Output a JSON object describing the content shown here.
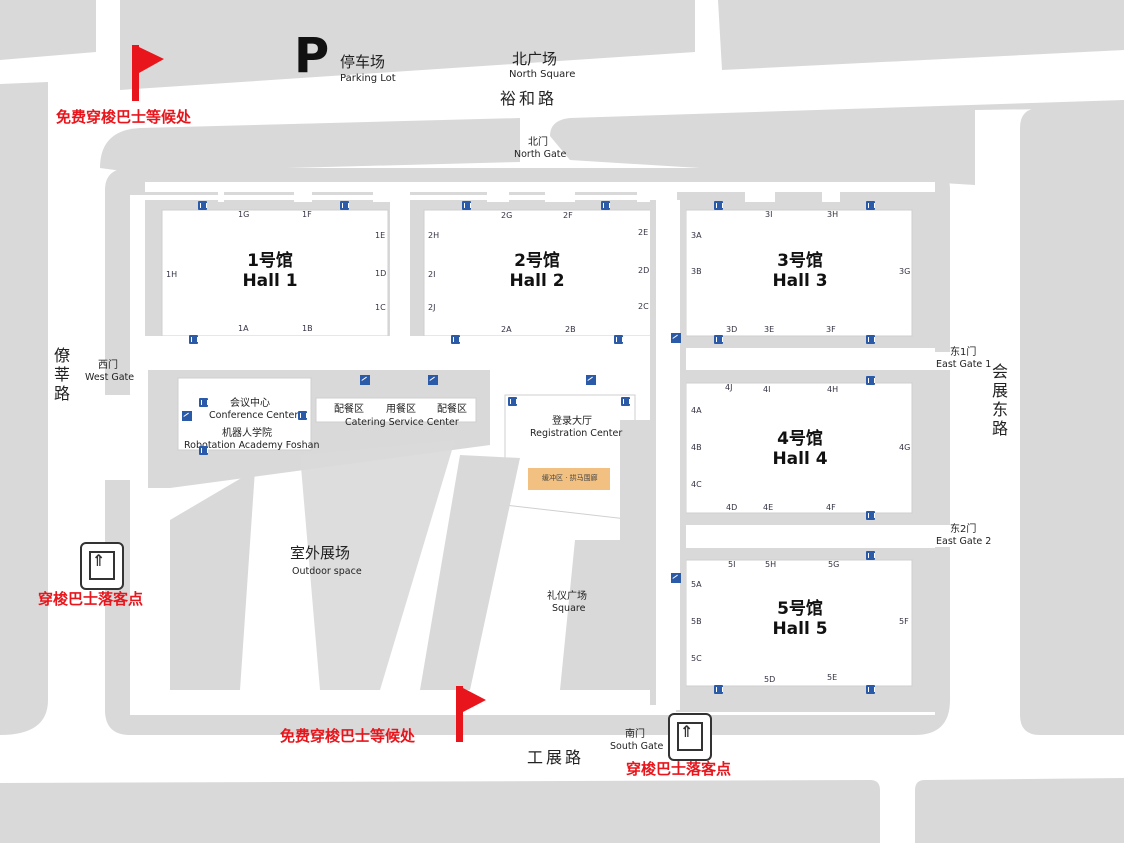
{
  "colors": {
    "road": "#d7d7d7",
    "block": "#d9d9d9",
    "hall": "#ffffff",
    "accent": "#e8161c",
    "icon": "#2a5aa8",
    "buffer": "#f2c181"
  },
  "parking": {
    "symbol": "P",
    "cn": "停车场",
    "en": "Parking Lot"
  },
  "north_square": {
    "cn": "北广场",
    "en": "North Square"
  },
  "roads": {
    "north": "裕和路",
    "south": "工展路",
    "west": "僚莘路",
    "east": "会展东路"
  },
  "gates": {
    "north": {
      "cn": "北门",
      "en": "North Gate"
    },
    "west": {
      "cn": "西门",
      "en": "West Gate"
    },
    "east1": {
      "cn": "东1门",
      "en": "East Gate 1"
    },
    "east2": {
      "cn": "东2门",
      "en": "East Gate 2"
    },
    "south": {
      "cn": "南门",
      "en": "South Gate"
    }
  },
  "shuttle_wait": "免费穿梭巴士等候处",
  "shuttle_drop": "穿梭巴士落客点",
  "halls": [
    {
      "cn": "1号馆",
      "en": "Hall 1"
    },
    {
      "cn": "2号馆",
      "en": "Hall 2"
    },
    {
      "cn": "3号馆",
      "en": "Hall 3"
    },
    {
      "cn": "4号馆",
      "en": "Hall 4"
    },
    {
      "cn": "5号馆",
      "en": "Hall 5"
    }
  ],
  "doors": {
    "h1": [
      "1G",
      "1F",
      "1E",
      "1H",
      "1D",
      "1C",
      "1A",
      "1B"
    ],
    "h2": [
      "2G",
      "2F",
      "2H",
      "2E",
      "2I",
      "2D",
      "2J",
      "2C",
      "2A",
      "2B"
    ],
    "h3": [
      "3I",
      "3H",
      "3A",
      "3B",
      "3G",
      "3D",
      "3E",
      "3F"
    ],
    "h4": [
      "4J",
      "4I",
      "4H",
      "4A",
      "4B",
      "4G",
      "4C",
      "4D",
      "4E",
      "4F"
    ],
    "h5": [
      "5I",
      "5H",
      "5G",
      "5A",
      "5B",
      "5F",
      "5C",
      "5D",
      "5E"
    ]
  },
  "facilities": {
    "conference": {
      "cn": "会议中心",
      "en": "Conference Center"
    },
    "academy": {
      "cn": "机器人学院",
      "en": "Robotation Academy Foshan"
    },
    "catering": {
      "a": "配餐区",
      "b": "用餐区",
      "c": "配餐区",
      "en": "Catering Service Center"
    },
    "registration": {
      "cn": "登录大厅",
      "en": "Registration Center"
    },
    "buffer": "缓冲区 · 拱马围廊",
    "outdoor": {
      "cn": "室外展场",
      "en": "Outdoor space"
    },
    "square": {
      "cn": "礼仪广场",
      "en": "Square"
    }
  }
}
